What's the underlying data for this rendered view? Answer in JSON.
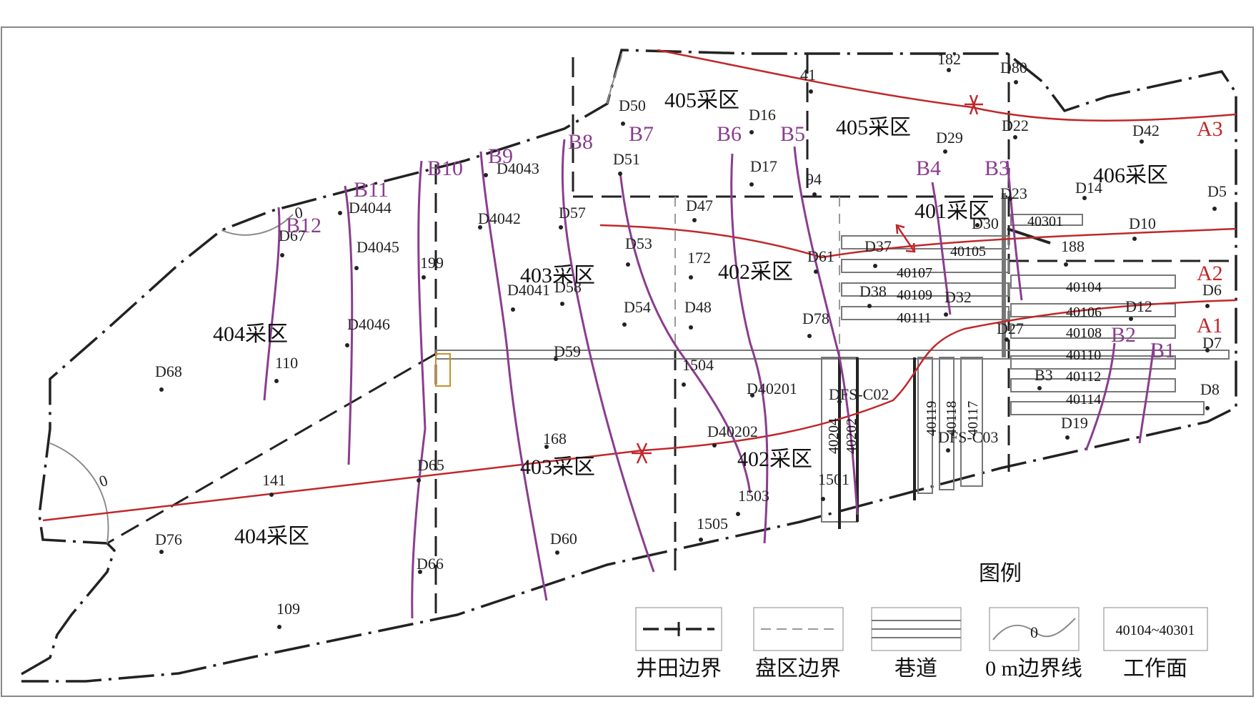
{
  "colors": {
    "boundary": "#222222",
    "profile_b": "#8a3d8f",
    "profile_a": "#c0282a",
    "roadway": "#777777",
    "zero_line": "#8a8a8a"
  },
  "icons": {
    "fault": "red-asterisk",
    "well": "dot",
    "arrow": "double-arrow"
  },
  "mining_areas": [
    "405采区",
    "405采区",
    "406采区",
    "401采区",
    "403采区",
    "402采区",
    "404采区",
    "403采区",
    "402采区",
    "404采区"
  ],
  "wells": [
    "182",
    "D80",
    "41",
    "D50",
    "D16",
    "D22",
    "D42",
    "D29",
    "D51",
    "D17",
    "94",
    "D14",
    "D5",
    "D4043",
    "D4044",
    "D47",
    "D23",
    "D30",
    "D10",
    "D57",
    "D4042",
    "D67",
    "D4045",
    "D53",
    "188",
    "D37",
    "D61",
    "172",
    "199",
    "D6",
    "D4041",
    "D58",
    "D38",
    "D32",
    "D12",
    "D54",
    "D48",
    "D78",
    "D7",
    "D4046",
    "D27",
    "110",
    "D59",
    "D68",
    "1504",
    "B3",
    "D40201",
    "DFS-C02",
    "D8",
    "D19",
    "168",
    "D40202",
    "DFS-C03",
    "141",
    "D65",
    "1501",
    "1503",
    "1505",
    "D76",
    "D60",
    "D66",
    "109"
  ],
  "faces": [
    "40301",
    "40105",
    "40107",
    "40109",
    "40111",
    "40104",
    "40106",
    "40108",
    "40110",
    "40112",
    "40114",
    "40119",
    "40118",
    "40117",
    "40204",
    "40202"
  ],
  "zero_labels": [
    "0",
    "0"
  ],
  "profile_lines_b": [
    "B12",
    "B11",
    "B10",
    "B9",
    "B8",
    "B7",
    "B6",
    "B5",
    "B4",
    "B3",
    "B2",
    "B1"
  ],
  "profile_lines_a": [
    "A3",
    "A2",
    "A1"
  ],
  "legend": {
    "title": "图例",
    "items": [
      {
        "label": "井田边界"
      },
      {
        "label": "盘区边界"
      },
      {
        "label": "巷道"
      },
      {
        "label": "0 m边界线",
        "sample": "0"
      },
      {
        "label": "工作面",
        "sample": "40104~40301"
      }
    ]
  }
}
